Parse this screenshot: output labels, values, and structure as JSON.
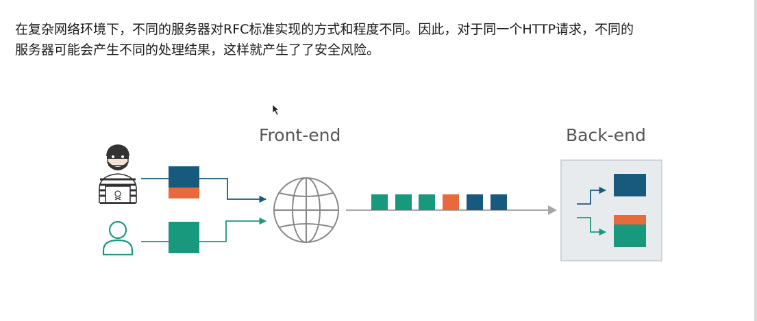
{
  "paragraph": {
    "line1": "在复杂网络环境下，不同的服务器对RFC标准实现的方式和程度不同。因此，对于同一个HTTP请求，不同的",
    "line2": "服务器可能会产生不同的处理结果，这样就产生了了安全风险。"
  },
  "diagram": {
    "frontend_label": "Front-end",
    "backend_label": "Back-end",
    "colors": {
      "navy": "#175a7d",
      "orange": "#e8693c",
      "teal": "#18997e",
      "arrow_gray": "#a6a6a6",
      "box_fill": "#e8ebee",
      "box_border": "#cfd4d8",
      "label_gray": "#555555"
    },
    "request_queue_colors": [
      "teal",
      "teal",
      "teal",
      "orange",
      "navy",
      "navy"
    ],
    "icons": {
      "attacker": "hacker-user-icon",
      "user": "user-icon",
      "frontend": "globe-icon",
      "cursor": "mouse-cursor-icon"
    }
  }
}
